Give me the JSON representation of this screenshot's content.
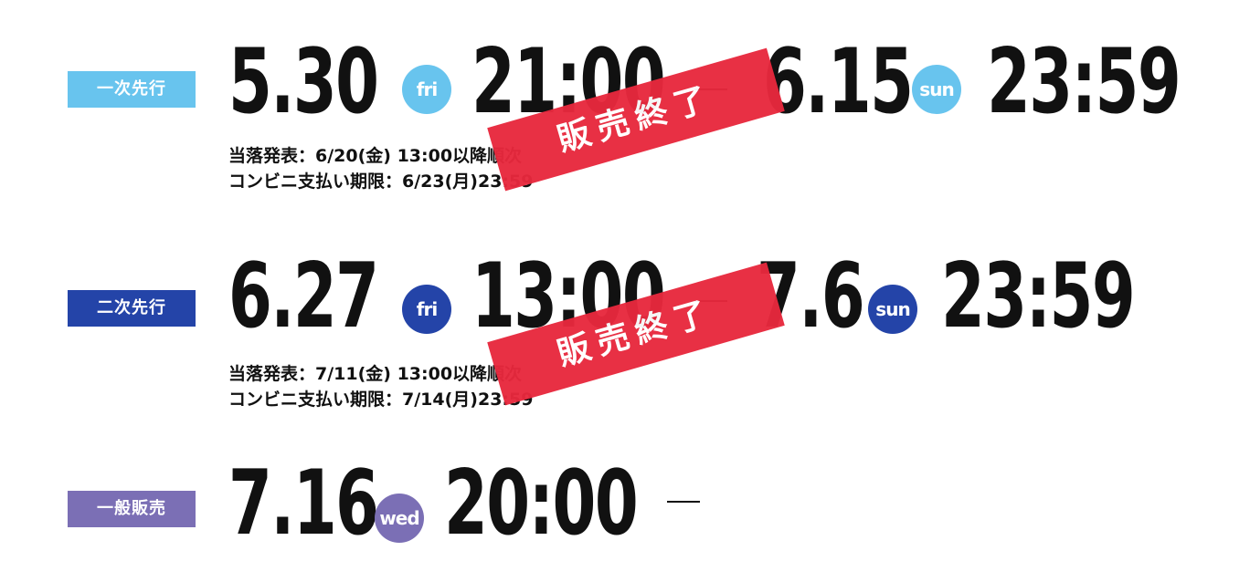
{
  "colors": {
    "first": "#68c4ee",
    "second": "#2444a8",
    "general": "#7b6fb5",
    "stamp": "#e8283d"
  },
  "rows": [
    {
      "label": "一次先行",
      "start_date": "5.30",
      "start_day": "fri",
      "start_time": "21:00",
      "end_date": "6.15",
      "end_day": "sun",
      "end_time": "23:59",
      "note1": "当落発表：6/20(金) 13:00以降順次",
      "note2": "コンビニ支払い期限：6/23(月)23:59",
      "stamp": "販売終了"
    },
    {
      "label": "二次先行",
      "start_date": "6.27",
      "start_day": "fri",
      "start_time": "13:00",
      "end_date": "7.6",
      "end_day": "sun",
      "end_time": "23:59",
      "note1": "当落発表：7/11(金) 13:00以降順次",
      "note2": "コンビニ支払い期限：7/14(月)23:59",
      "stamp": "販売終了"
    },
    {
      "label": "一般販売",
      "start_date": "7.16",
      "start_day": "wed",
      "start_time": "20:00"
    }
  ]
}
